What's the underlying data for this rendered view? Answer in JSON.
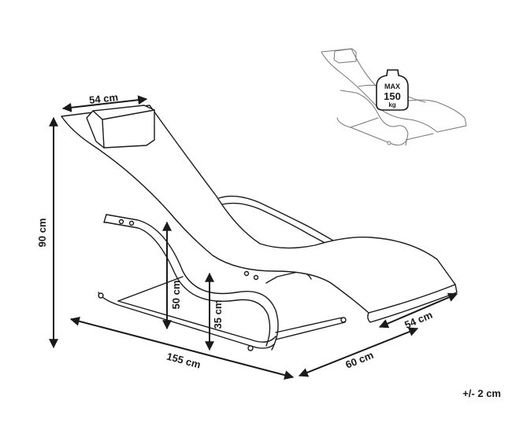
{
  "dimensions": {
    "seat_width": "54 cm",
    "height": "90 cm",
    "seat_height": "50 cm",
    "front_height": "35 cm",
    "length": "155 cm",
    "depth": "60 cm",
    "front_width": "54 cm"
  },
  "load_badge": {
    "line1": "MAX",
    "line2": "150",
    "line3": "kg"
  },
  "tolerance": "+/- 2 cm",
  "colors": {
    "line": "#1a1a1a",
    "preview_line": "#777777"
  }
}
